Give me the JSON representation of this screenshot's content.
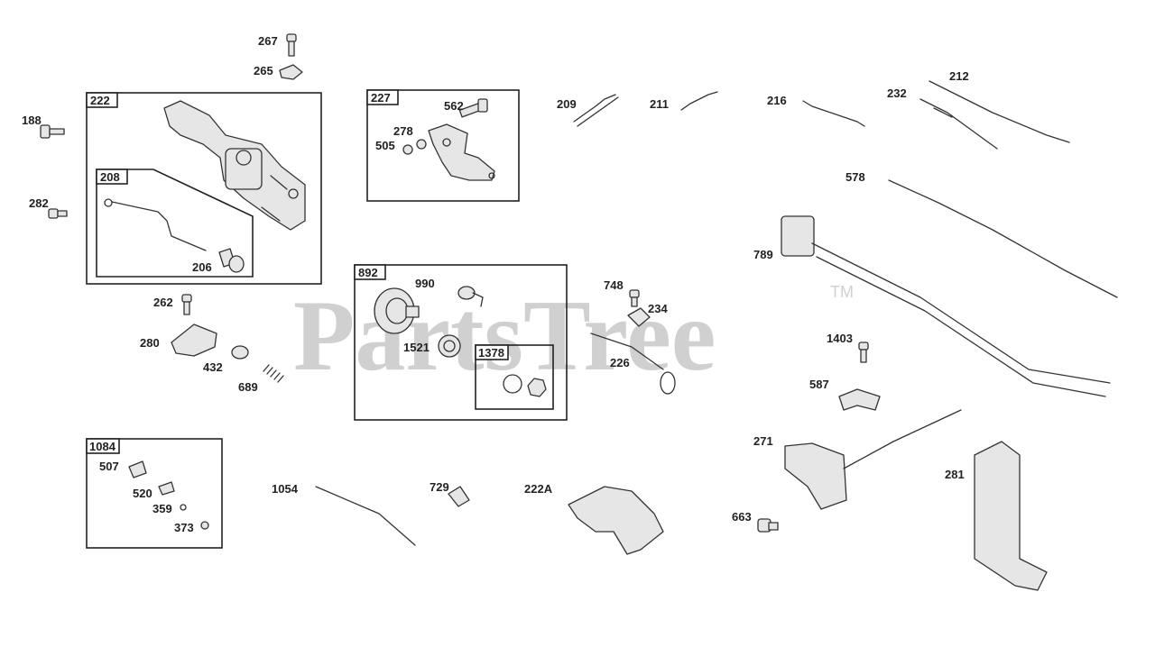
{
  "watermark": {
    "text": "PartsTree",
    "trademark": "TM"
  },
  "group_boxes": [
    {
      "id": "box-222",
      "label": "222"
    },
    {
      "id": "box-208",
      "label": "208"
    },
    {
      "id": "box-227",
      "label": "227"
    },
    {
      "id": "box-892",
      "label": "892"
    },
    {
      "id": "box-1378",
      "label": "1378"
    },
    {
      "id": "box-1084",
      "label": "1084"
    }
  ],
  "callouts": [
    "267",
    "265",
    "188",
    "282",
    "206",
    "262",
    "280",
    "432",
    "689",
    "562",
    "278",
    "505",
    "209",
    "211",
    "216",
    "232",
    "212",
    "578",
    "789",
    "990",
    "1521",
    "748",
    "234",
    "226",
    "1403",
    "587",
    "507",
    "520",
    "359",
    "373",
    "1054",
    "729",
    "222A",
    "271",
    "663",
    "281"
  ]
}
